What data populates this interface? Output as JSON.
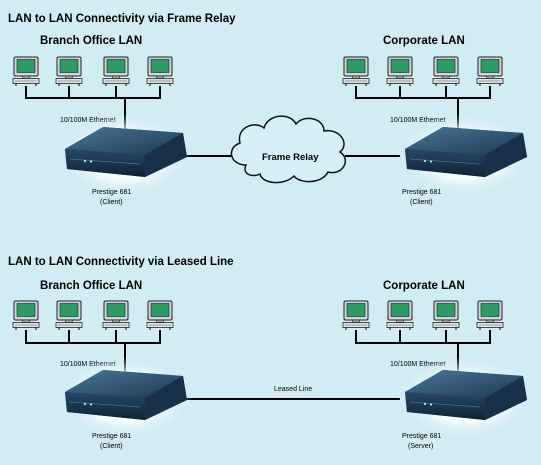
{
  "colors": {
    "background": "#d2ecf3",
    "router_glow": "#ffffff",
    "router_body": "#1d3a52",
    "router_top": "#2f5879",
    "monitor_screen": "#2f9a63",
    "cloud_fill": "#d7f0f7"
  },
  "frame_relay_section": {
    "title": "LAN to LAN Connectivity via Frame Relay",
    "left_lan": {
      "title": "Branch Office LAN",
      "ethernet_label": "10/100M Ethernet",
      "device_name": "Prestige 681",
      "device_role": "(Client)"
    },
    "right_lan": {
      "title": "Corporate LAN",
      "ethernet_label": "10/100M Ethernet",
      "device_name": "Prestige 681",
      "device_role": "(Client)"
    },
    "link_label": "Frame Relay"
  },
  "leased_line_section": {
    "title": "LAN to LAN Connectivity via Leased Line",
    "left_lan": {
      "title": "Branch Office LAN",
      "ethernet_label": "10/100M Ethernet",
      "device_name": "Prestige 681",
      "device_role": "(Client)"
    },
    "right_lan": {
      "title": "Corporate LAN",
      "ethernet_label": "10/100M Ethernet",
      "device_name": "Prestige 681",
      "device_role": "(Server)"
    },
    "link_label": "Leased Line"
  },
  "icons": {
    "computer": "desktop-computer-icon",
    "router": "router-icon",
    "cloud": "cloud-icon"
  }
}
